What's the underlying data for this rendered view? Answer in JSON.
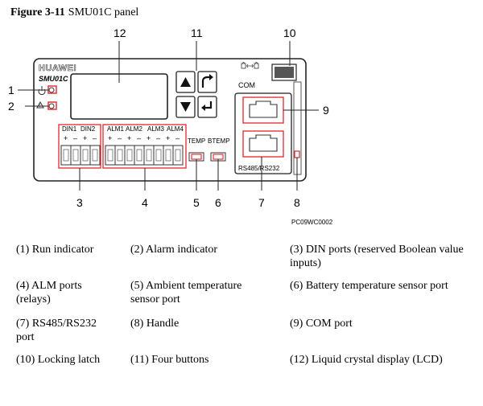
{
  "figure": {
    "label": "Figure 3-11",
    "title": "SMU01C panel"
  },
  "panel": {
    "brand": "HUAWEI",
    "model": "SMU01C",
    "din_label_1": "DIN1",
    "din_label_2": "DIN2",
    "alm_label_1": "ALM1",
    "alm_label_2": "ALM2",
    "alm_label_3": "ALM3",
    "alm_label_4": "ALM4",
    "temp_label": "TEMP",
    "btemp_label": "BTEMP",
    "com_label": "COM",
    "rs_label": "RS485/RS232",
    "plus": "+",
    "minus": "–",
    "drawing_code": "PC09WC0002"
  },
  "callouts": [
    "1",
    "2",
    "3",
    "4",
    "5",
    "6",
    "7",
    "8",
    "9",
    "10",
    "11",
    "12"
  ],
  "legend": [
    "(1) Run indicator",
    "(2) Alarm indicator",
    "(3) DIN ports (reserved Boolean value inputs)",
    "(4) ALM ports (relays)",
    "(5) Ambient temperature sensor port",
    "(6) Battery temperature sensor port",
    "(7) RS485/RS232 port",
    "(8) Handle",
    "(9) COM port",
    "(10) Locking latch",
    "(11) Four buttons",
    "(12) Liquid crystal display (LCD)"
  ],
  "colors": {
    "highlight": "#e0262b",
    "line": "#222222"
  }
}
